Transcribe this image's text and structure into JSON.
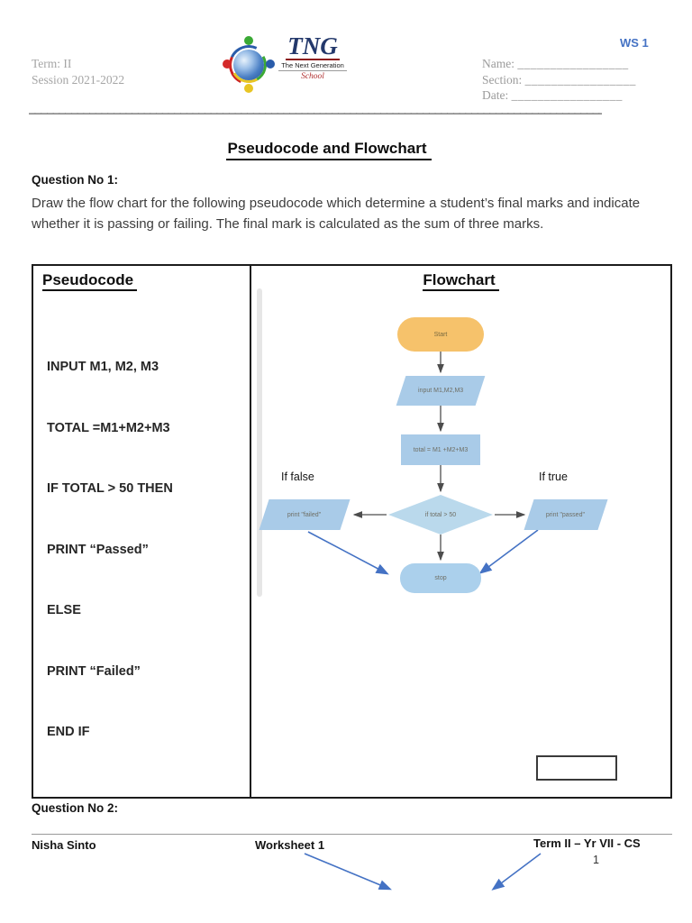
{
  "colors": {
    "accent": "#4472C4",
    "start-fill": "#F6C26B",
    "node-fill": "#A9CBE8",
    "diamond-fill": "#BAD9EC",
    "stop-fill": "#ABD0EC"
  },
  "header": {
    "ws_label": "WS 1",
    "term": "Term: II",
    "session": "Session 2021-2022",
    "name_label": "Name:",
    "section_label": "Section:",
    "date_label": "Date:",
    "blank_line": "_________________",
    "divider": "________________________________________________________________________________________________________"
  },
  "logo": {
    "acronym": "TNG",
    "tagline": "The Next Generation",
    "school": "School"
  },
  "title": "Pseudocode and Flowchart",
  "question1": {
    "label": "Question No 1:",
    "text": "Draw the flow chart for the following pseudocode which determine a student’s final marks and indicate whether it is passing or failing. The final mark is calculated as the sum of three marks."
  },
  "table": {
    "left_header": "Pseudocode",
    "right_header": "Flowchart"
  },
  "pseudocode": {
    "lines": [
      "INPUT M1, M2, M3",
      "TOTAL =M1+M2+M3",
      "IF TOTAL > 50 THEN",
      "PRINT “Passed”",
      "ELSE",
      "PRINT “Failed”",
      "END IF"
    ]
  },
  "flowchart": {
    "start": "Start",
    "input": "input M1,M2,M3",
    "process": "total = M1 +M2+M3",
    "decision": "if total > 50",
    "false_branch_label": "If false",
    "true_branch_label": "If true",
    "false_action": "print \"failed\"",
    "true_action": "print \"passed\"",
    "stop": "stop"
  },
  "question2": {
    "label": "Question No 2:"
  },
  "footer": {
    "author": "Nisha Sinto",
    "worksheet": "Worksheet 1",
    "term_info": "Term II – Yr VII - CS",
    "page_number": "1"
  }
}
